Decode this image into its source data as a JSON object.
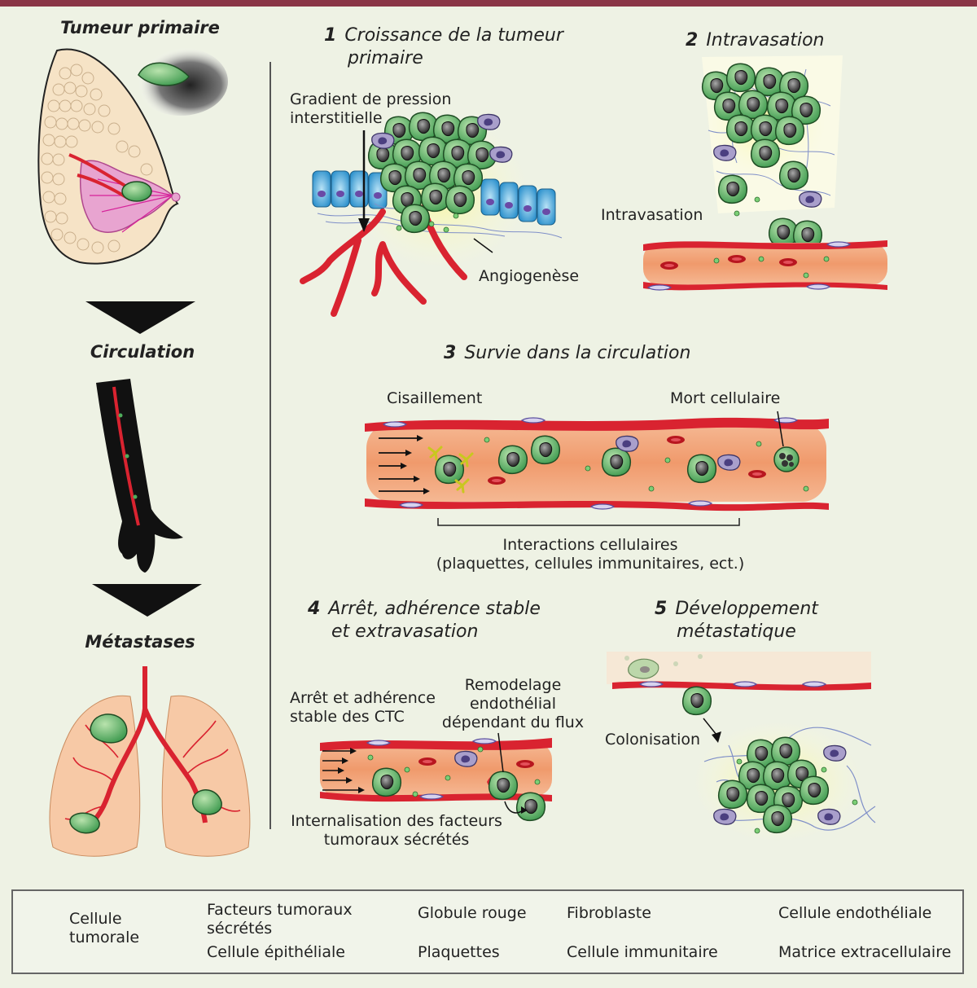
{
  "left": {
    "primary_tumor": "Tumeur primaire",
    "circulation": "Circulation",
    "metastases": "Métastases"
  },
  "steps": {
    "s1": {
      "num": "1",
      "title_l1": "Croissance de la tumeur",
      "title_l2": "primaire"
    },
    "s2": {
      "num": "2",
      "title": "Intravasation"
    },
    "s3": {
      "num": "3",
      "title": "Survie dans la circulation"
    },
    "s4": {
      "num": "4",
      "title_l1": "Arrêt, adhérence stable",
      "title_l2": "et extravasation"
    },
    "s5": {
      "num": "5",
      "title_l1": "Développement",
      "title_l2": "métastatique"
    }
  },
  "labels": {
    "pressure_l1": "Gradient de pression",
    "pressure_l2": "interstitielle",
    "angiogenesis": "Angiogenèse",
    "intravasation": "Intravasation",
    "shear": "Cisaillement",
    "cell_death": "Mort cellulaire",
    "interactions_l1": "Interactions cellulaires",
    "interactions_l2": "(plaquettes, cellules immunitaires, ect.)",
    "arrest_l1": "Arrêt et adhérence",
    "arrest_l2": "stable des CTC",
    "remodel_l1": "Remodelage",
    "remodel_l2": "endothélial",
    "remodel_l3": "dépendant du flux",
    "internal_l1": "Internalisation des facteurs",
    "internal_l2": "tumoraux sécrétés",
    "colonisation": "Colonisation"
  },
  "legend": {
    "tumor_cell_l1": "Cellule",
    "tumor_cell_l2": "tumorale",
    "factors_l1": "Facteurs tumoraux",
    "factors_l2": "sécrétés",
    "epithelial": "Cellule épithéliale",
    "rbc": "Globule rouge",
    "platelets": "Plaquettes",
    "fibroblast": "Fibroblaste",
    "immune": "Cellule immunitaire",
    "endothelial": "Cellule endothéliale",
    "ecm": "Matrice extracellulaire"
  },
  "colors": {
    "header_bar": "#8a3646",
    "background": "#eef2e4",
    "vessel": "#f2a87e",
    "endothelium": "#d92330",
    "tumor_cell": "#4fae5c",
    "nucleus": "#333333",
    "epithelium": "#3aa0d8",
    "fibroblast": "#8e83b5",
    "immune": "#5a4f9e",
    "platelet": "#cccc22",
    "ecm": "#7f8fc8",
    "lung": "#f7c9a6"
  }
}
